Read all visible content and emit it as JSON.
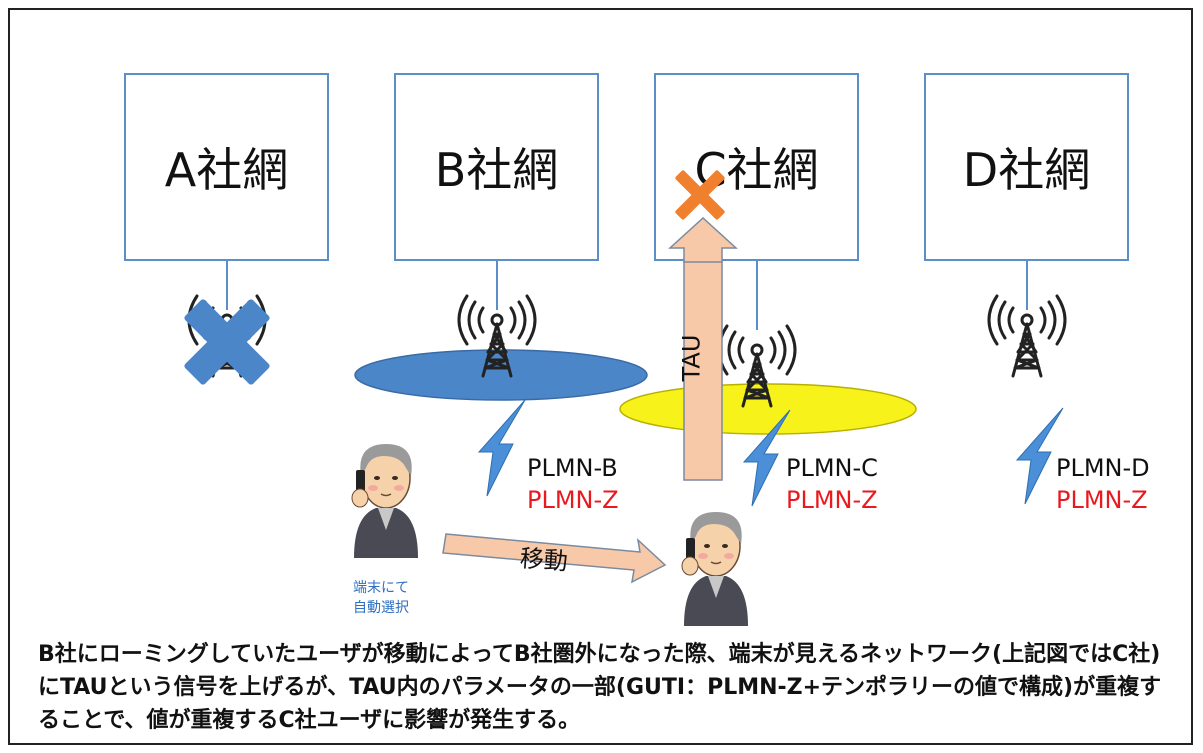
{
  "networks": [
    {
      "label": "A社網"
    },
    {
      "label": "B社網"
    },
    {
      "label": "C社網"
    },
    {
      "label": "D社網"
    }
  ],
  "plmn": {
    "b": {
      "own": "PLMN-B",
      "shared": "PLMN-Z"
    },
    "c": {
      "own": "PLMN-C",
      "shared": "PLMN-Z"
    },
    "d": {
      "own": "PLMN-D",
      "shared": "PLMN-Z"
    }
  },
  "arrows": {
    "move_label": "移動",
    "tau_label": "TAU"
  },
  "user_note": "端末にて\n自動選択",
  "caption": "B社にローミングしていたユーザが移動によってB社圏外になった際、端末が見えるネットワーク(上記図ではC社)にTAUという信号を上げるが、TAU内のパラメータの一部(GUTI：PLMN-Z+テンポラリーの値で構成)が重複することで、値が重複するC社ユーザに影響が発生する。",
  "colors": {
    "box_border": "#5b8fc7",
    "coverage_b": "#4a86c8",
    "coverage_c": "#f7f21a",
    "shared_plmn": "#e8191f",
    "blocked_mark_a": "#4a86c8",
    "blocked_mark_c": "#f07f2e",
    "arrow_fill": "#f8c9a8",
    "lightning": "#4a8fd8"
  },
  "icons": [
    "antenna-tower-icon",
    "lightning-icon",
    "phone-user-icon",
    "cross-mark-icon"
  ]
}
